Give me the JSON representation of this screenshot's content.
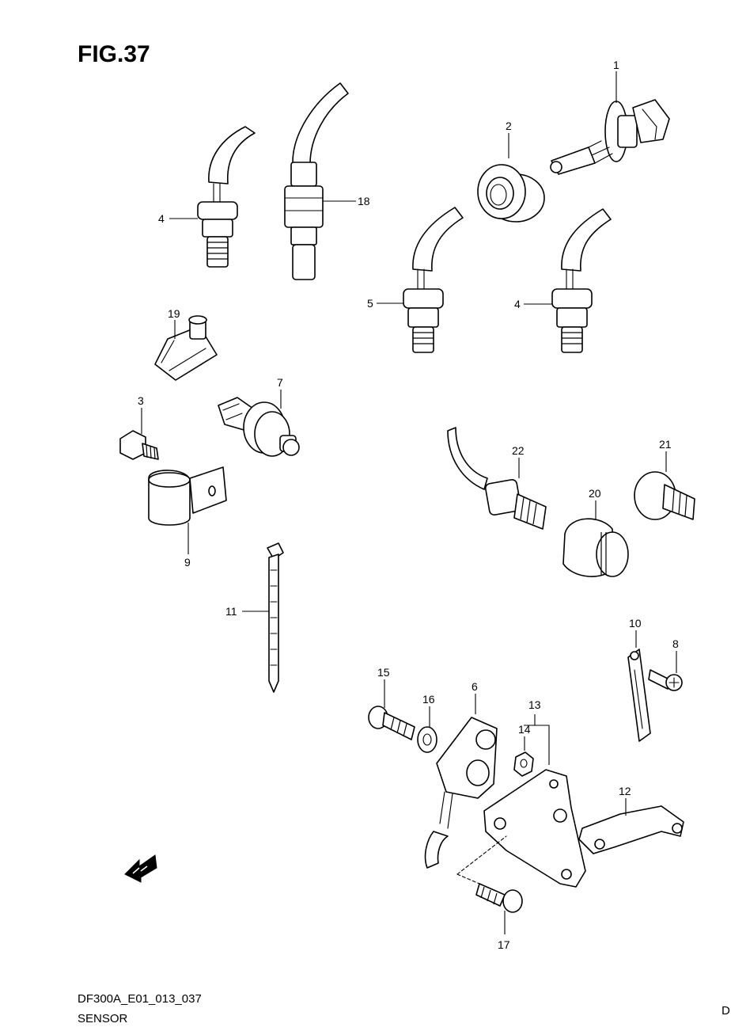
{
  "figure": {
    "title": "FIG.37",
    "code": "DF300A_E01_013_037",
    "name": "SENSOR",
    "edge_mark": "D"
  },
  "callouts": [
    "1",
    "2",
    "4",
    "18",
    "5",
    "4",
    "19",
    "7",
    "3",
    "22",
    "21",
    "20",
    "9",
    "11",
    "10",
    "8",
    "15",
    "16",
    "6",
    "13",
    "14",
    "12",
    "17"
  ],
  "icons": {
    "front_arrow": "fwd-arrow-icon"
  }
}
